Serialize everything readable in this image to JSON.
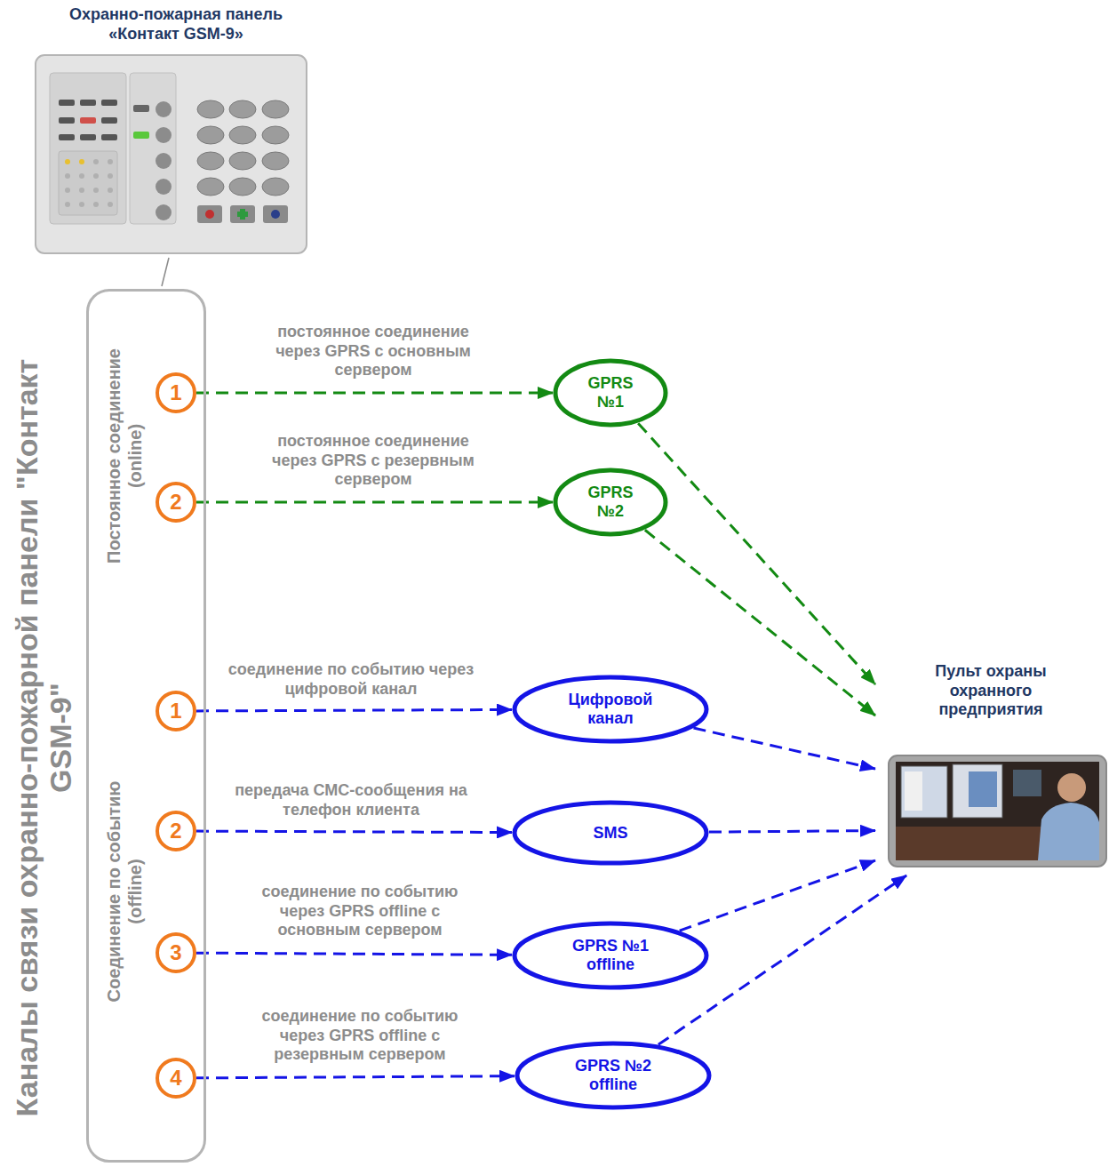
{
  "diagram": {
    "title": "Каналы связи охранно-пожарной панели \"Контакт GSM-9\"",
    "nodes": [
      {
        "text": [
          "Постоянное соединение (online)",
          "Соединение по событию (offline)"
        ]
      },
      {
        "text": [
          "1"
        ],
        "in": 0
      },
      {
        "text": [
          "2"
        ],
        "in": 0
      },
      {
        "text": [
          "GPRS №1"
        ]
      },
      {
        "text": [
          "GPRS №2"
        ]
      },
      {
        "text": [
          "1"
        ],
        "in": 0
      },
      {
        "text": [
          "2"
        ],
        "in": 0
      },
      {
        "text": [
          "3"
        ],
        "in": 0
      },
      {
        "text": [
          "4"
        ],
        "in": 0
      },
      {
        "text": [
          "Цифровой канал"
        ]
      },
      {
        "text": [
          "SMS"
        ]
      },
      {
        "text": [
          "GPRS №1 offline"
        ]
      },
      {
        "text": [
          "GPRS №2 offline"
        ]
      },
      {
        "text": [
          "Пульт охраны охранного предприятия"
        ]
      }
    ],
    "edges": [
      {
        "from": 1,
        "to": 3,
        "arrow": "to",
        "label": "постоянное соединение через GPRS с основным сервером"
      },
      {
        "from": 2,
        "to": 4,
        "arrow": "to",
        "label": "постоянное соединение через GPRS с резервным сервером"
      },
      {
        "from": 3,
        "to": 13,
        "arrow": "to"
      },
      {
        "from": 4,
        "to": 13,
        "arrow": "to"
      },
      {
        "from": 5,
        "to": 9,
        "arrow": "to",
        "label": "соединение по событию через цифровой канал"
      },
      {
        "from": 6,
        "to": 10,
        "arrow": "to",
        "label": "передача СМС-сообщения на телефон клиента"
      },
      {
        "from": 7,
        "to": 11,
        "arrow": "to",
        "label": "соединение по событию через GPRS offline с основным сервером"
      },
      {
        "from": 8,
        "to": 12,
        "arrow": "to",
        "label": "соединение по событию через GPRS offline с резервным сервером"
      },
      {
        "from": 9,
        "to": 13,
        "arrow": "to"
      },
      {
        "from": 10,
        "to": 13,
        "arrow": "to"
      },
      {
        "from": 11,
        "to": 13,
        "arrow": "to"
      },
      {
        "from": 12,
        "to": 13,
        "arrow": "to"
      }
    ],
    "labels": [
      "Охранно-пожарная панель «Контакт GSM-9»"
    ]
  }
}
